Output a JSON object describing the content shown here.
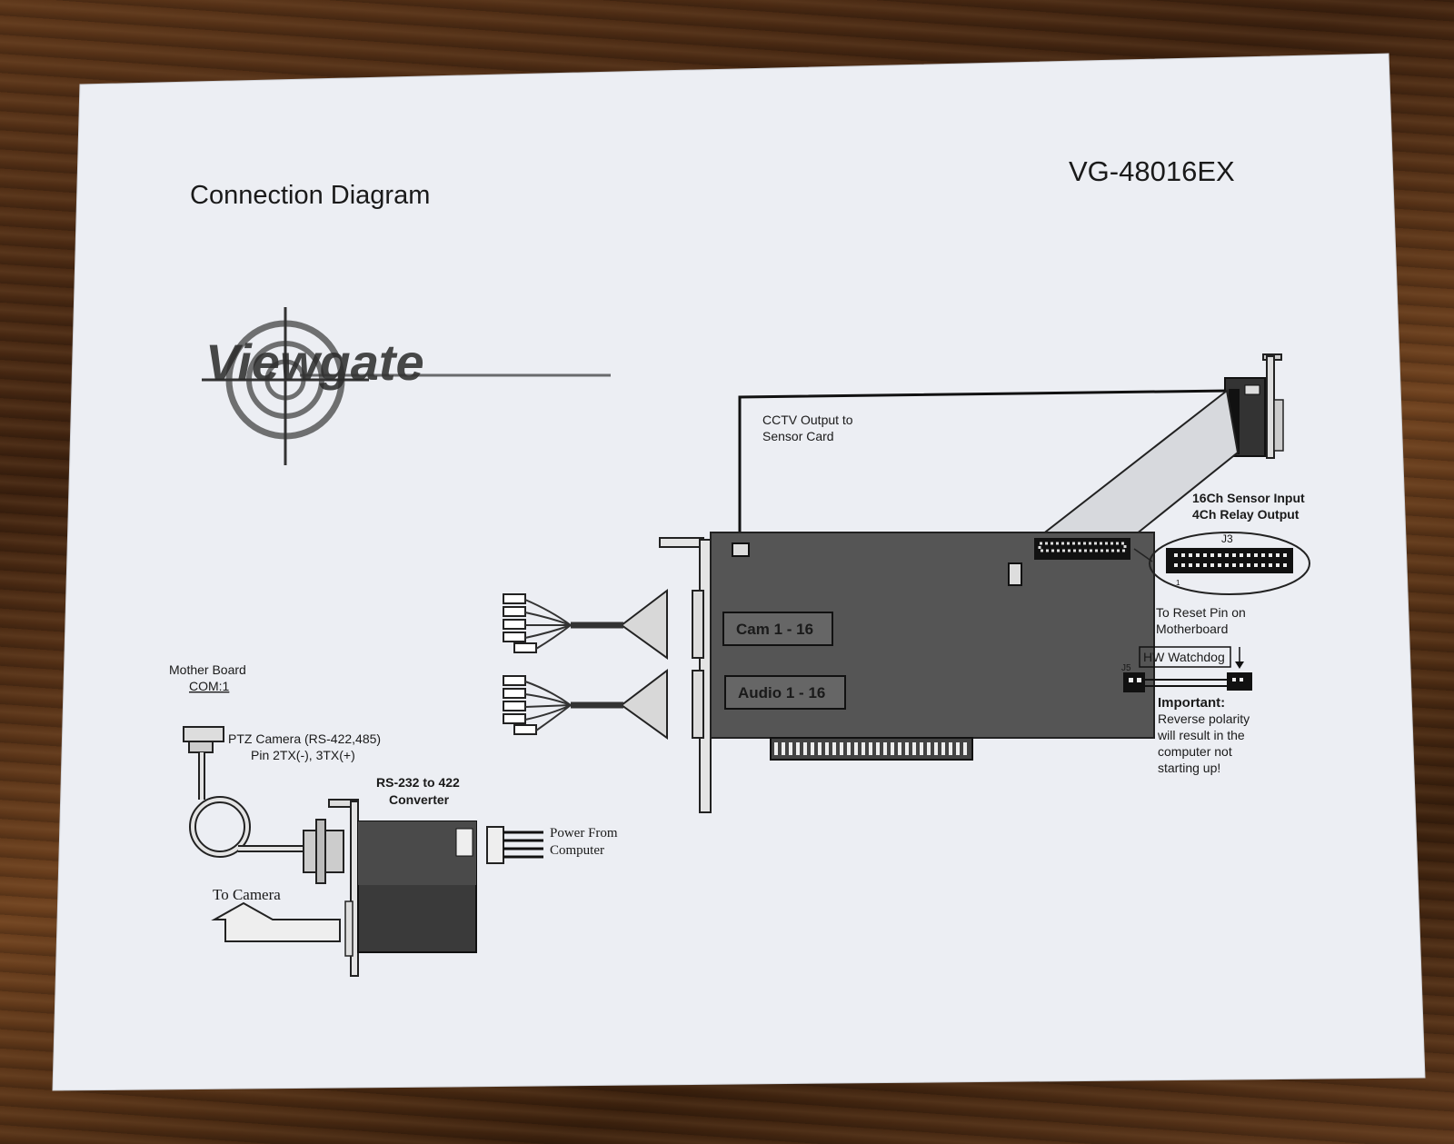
{
  "header": {
    "title": "Connection Diagram",
    "model": "VG-48016EX"
  },
  "logo": {
    "text": "Viewgate"
  },
  "card": {
    "cctv_output_line1": "CCTV Output to",
    "cctv_output_line2": "Sensor Card",
    "cam_label": "Cam 1 - 16",
    "audio_label": "Audio 1 - 16"
  },
  "sensor": {
    "line1": "16Ch Sensor Input",
    "line2": "4Ch Relay Output",
    "connector_label": "J3",
    "pin_one": "1"
  },
  "watchdog": {
    "reset_line1": "To Reset Pin on",
    "reset_line2": "Motherboard",
    "button_label": "HW Watchdog",
    "jumper_label": "J5",
    "important_title": "Important:",
    "important_lines": [
      "Reverse polarity",
      "will result in the",
      "computer not",
      "starting up!"
    ]
  },
  "serial": {
    "motherboard_line1": "Mother Board",
    "motherboard_line2": "COM:1",
    "ptz_line1": "PTZ Camera (RS-422,485)",
    "ptz_line2": "Pin  2TX(-), 3TX(+)",
    "converter_line1": "RS-232 to 422",
    "converter_line2": "Converter",
    "power_line1": "Power From",
    "power_line2": "Computer",
    "to_camera": "To Camera"
  }
}
